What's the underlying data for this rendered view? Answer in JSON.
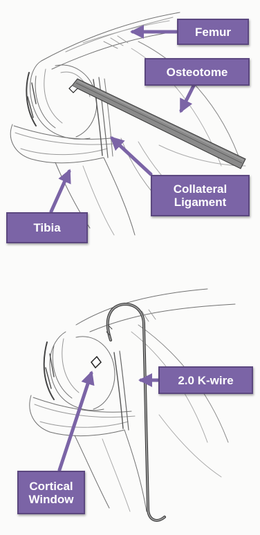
{
  "panels": [
    {
      "labels": {
        "femur": "Femur",
        "osteotome": "Osteotome",
        "collateral_ligament": "Collateral\nLigament",
        "tibia": "Tibia"
      }
    },
    {
      "labels": {
        "k_wire": "2.0 K-wire",
        "cortical_window": "Cortical\nWindow"
      }
    }
  ],
  "colors": {
    "label_fill": "#7b64a6",
    "label_border": "#5b477f",
    "arrow": "#7b64a6",
    "pencil": "#6e6e6e"
  }
}
